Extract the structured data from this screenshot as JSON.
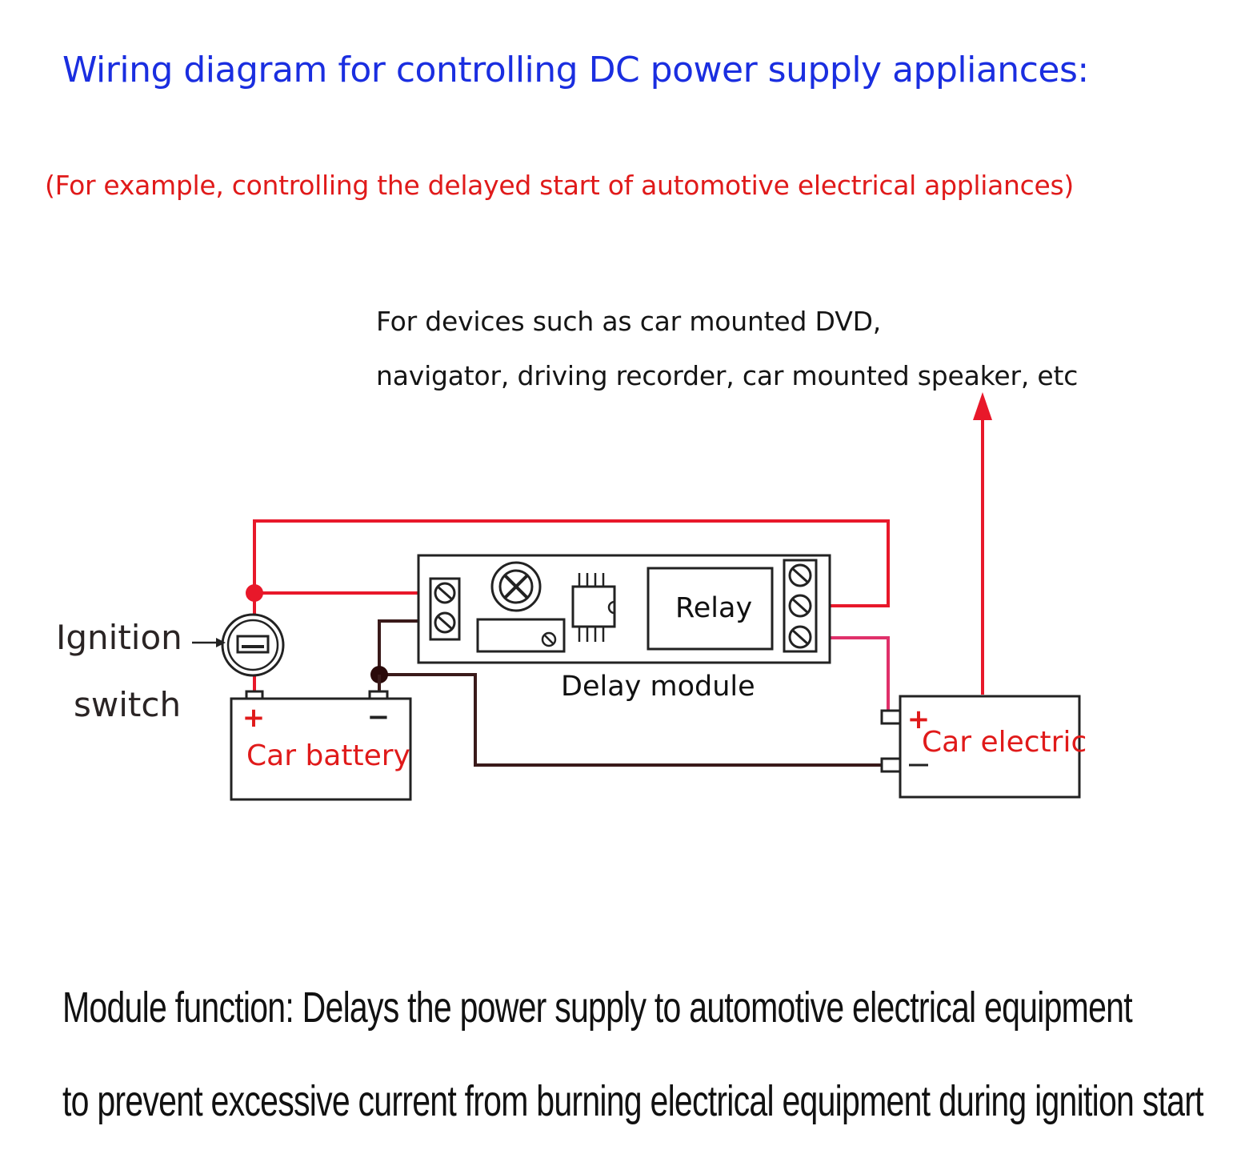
{
  "title": "Wiring diagram for controlling DC power supply appliances:",
  "subtitle": "(For example, controlling the delayed start of automotive electrical appliances)",
  "devices_note": {
    "line1": "For devices such as car mounted DVD,",
    "line2": "navigator, driving recorder, car mounted speaker, etc"
  },
  "labels": {
    "ignition": "Ignition",
    "switch": "switch",
    "relay": "Relay",
    "delay_module": "Delay module",
    "car_battery": "Car battery",
    "car_electric": "Car electric",
    "plus": "+",
    "minus": "−"
  },
  "module_function": {
    "line1": "Module function: Delays the power supply to automotive electrical equipment",
    "line2": "to prevent excessive current from burning electrical equipment during ignition start"
  },
  "colors": {
    "title": "#1a2ee0",
    "subtitle": "#e01a1a",
    "positive_wire": "#e8182a",
    "negative_wire": "#3a1a1a",
    "output_wire": "#e0306a"
  }
}
